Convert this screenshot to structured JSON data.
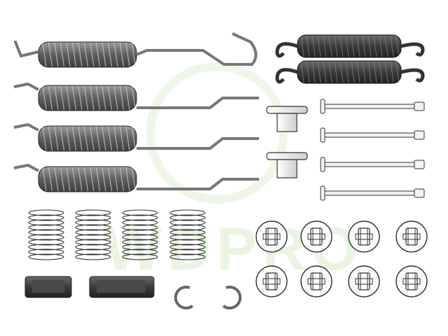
{
  "watermark": {
    "text": "WDPRO",
    "color": "#cfe8c0"
  },
  "colors": {
    "long_spring": "#5e5e5e",
    "dark_spring": "#3c3c3c",
    "wire": "#6a6a6a",
    "light_part": "#e8e8e8",
    "outline": "#2a2a2a",
    "background": "#ffffff"
  },
  "parts": {
    "long_springs_with_hook": 4,
    "short_dark_springs": 2,
    "spring_caps": 2,
    "retaining_pins": 4,
    "compression_springs": 4,
    "clips": 2,
    "e_clips": 2,
    "cup_washers": 8
  }
}
